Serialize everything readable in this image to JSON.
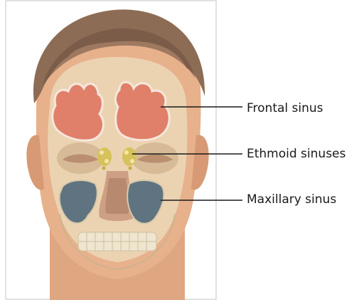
{
  "labels": {
    "frontal": "Frontal sinus",
    "ethmoid": "Ethmoid sinuses",
    "maxillary": "Maxillary sinus"
  },
  "colors": {
    "skin": "#e9b48f",
    "skin_shadow": "#c98a64",
    "hair": "#8a6b55",
    "hair_dark": "#5e4638",
    "skull": "#ead9b8",
    "skull_shadow": "#cdb894",
    "frontal_sinus": "#e0806a",
    "frontal_sinus_edge": "#f6e7dc",
    "ethmoid_sinus": "#d6c25a",
    "maxillary_sinus": "#5f7480",
    "leader_line": "#1a1a1a",
    "frame": "#bfbfbf"
  }
}
